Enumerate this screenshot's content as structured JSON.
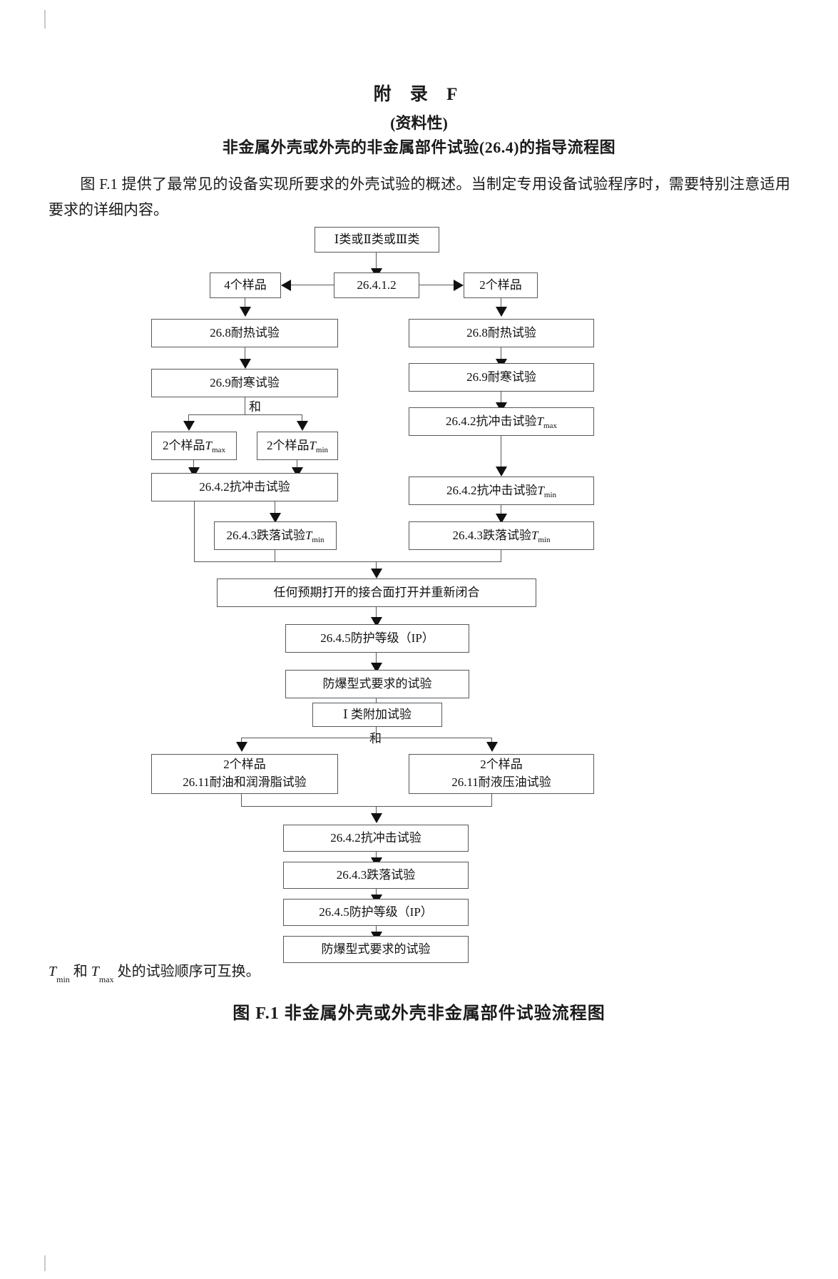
{
  "heading": {
    "appendix_label": "附  录  F",
    "appendix_kind": "(资料性)",
    "appendix_title": "非金属外壳或外壳的非金属部件试验(26.4)的指导流程图"
  },
  "intro": {
    "text": "图 F.1 提供了最常见的设备实现所要求的外壳试验的概述。当制定专用设备试验程序时，需要特别注意适用要求的详细内容。"
  },
  "flow": {
    "nodes": {
      "class_types": "Ⅰ类或Ⅱ类或Ⅲ类",
      "clause_26412": "26.4.1.2",
      "four_samples": "4个样品",
      "two_samples": "2个样品",
      "heat_left": "26.8耐热试验",
      "cold_left": "26.9耐寒试验",
      "heat_right": "26.8耐热试验",
      "cold_right": "26.9耐寒试验",
      "two_samples_tmax": "2个样品T",
      "two_samples_tmax_sub": "max",
      "two_samples_tmin": "2个样品T",
      "two_samples_tmin_sub": "min",
      "impact_left": "26.4.2抗冲击试验",
      "drop_left": "26.4.3跌落试验T",
      "drop_left_sub": "min",
      "impact_right_tmax": "26.4.2抗冲击试验T",
      "impact_right_tmax_sub": "max",
      "impact_right_tmin": "26.4.2抗冲击试验T",
      "impact_right_tmin_sub": "min",
      "drop_right": "26.4.3跌落试验T",
      "drop_right_sub": "min",
      "reopen_joints": "任何预期打开的接合面打开并重新闭合",
      "ip_rating_1": "26.4.5防护等级（IP）",
      "explosion_type_1": "防爆型式要求的试验",
      "class1_additional": "Ⅰ 类附加试验",
      "oil_grease_line1": "2个样品",
      "oil_grease_line2": "26.11耐油和润滑脂试验",
      "hydraulic_line1": "2个样品",
      "hydraulic_line2": "26.11耐液压油试验",
      "impact_final": "26.4.2抗冲击试验",
      "drop_final": "26.4.3跌落试验",
      "ip_rating_2": "26.4.5防护等级（IP）",
      "explosion_type_2": "防爆型式要求的试验"
    },
    "labels": {
      "and_left": "和",
      "and_bottom": "和"
    }
  },
  "footnote": {
    "t_italic_1": "T",
    "t_sub_1": "min",
    "mid": " 和 ",
    "t_italic_2": "T",
    "t_sub_2": "max",
    "tail": " 处的试验顺序可互换。"
  },
  "figure_caption": "图 F.1    非金属外壳或外壳非金属部件试验流程图",
  "colors": {
    "box_border": "#55585c",
    "ink": "#111111",
    "page_bg": "#ffffff"
  }
}
